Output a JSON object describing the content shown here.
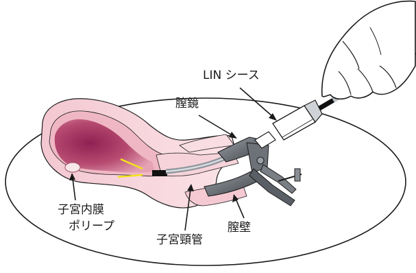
{
  "labels": {
    "sheath": "LIN シース",
    "speculum": "膣鏡",
    "polyp_line1": "子宮内膜",
    "polyp_line2": "ポリープ",
    "cervical_canal": "子宮頸管",
    "vaginal_wall": "膣壁"
  },
  "colors": {
    "outline": "#1a1a1a",
    "uterus_outer": "#f4cfd6",
    "uterus_inner": "#e9a6b5",
    "cavity_dark": "#b0456a",
    "speculum": "#555a60",
    "speculum_light": "#8a8f95",
    "light_rays": "#f2e21b",
    "glove": "#ffffff"
  }
}
